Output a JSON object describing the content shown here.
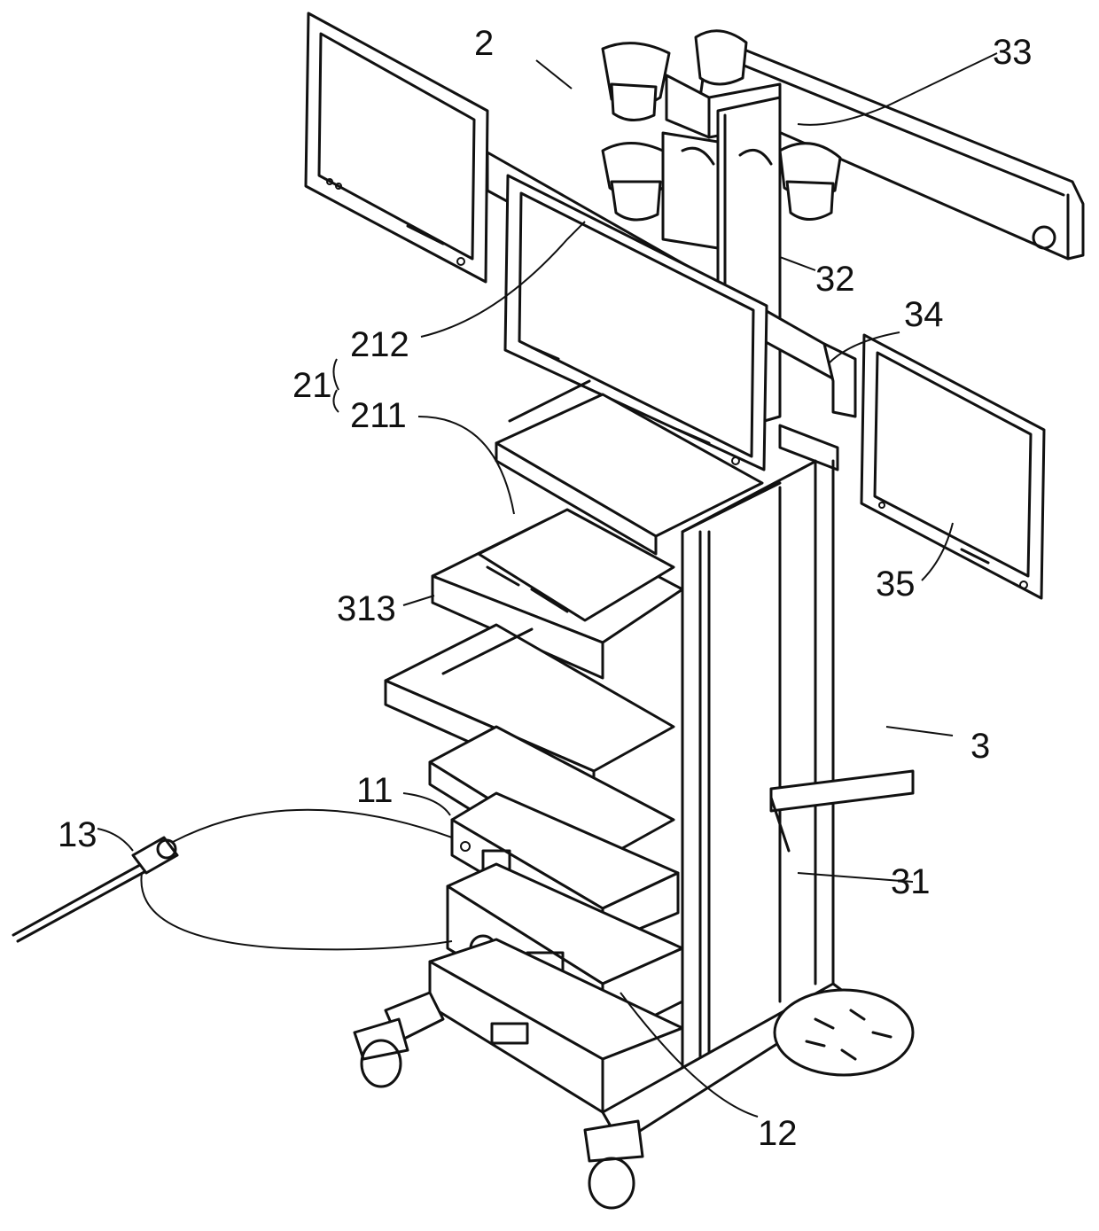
{
  "figure": {
    "labels": {
      "l2": "2",
      "l33": "33",
      "l32": "32",
      "l34": "34",
      "l212": "212",
      "l21": "21",
      "l211": "211",
      "l35": "35",
      "l313": "313",
      "l3": "3",
      "l11": "11",
      "l13": "13",
      "l31": "31",
      "l12": "12"
    }
  }
}
